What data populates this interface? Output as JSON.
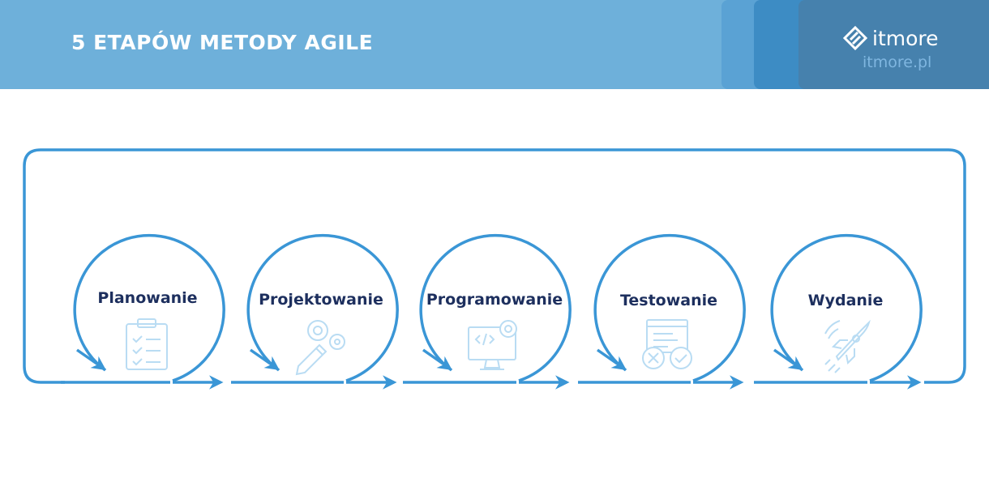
{
  "header": {
    "title": "5 ETAPÓW METODY AGILE",
    "logo_name": "itmore",
    "logo_url": "itmore.pl"
  },
  "colors": {
    "header_bg": "#6eb0da",
    "accent": "#3a96d6",
    "label": "#1d2f5e",
    "icon": "#b9dcf3"
  },
  "stages": [
    {
      "label": "Planowanie",
      "icon": "clipboard-checklist-icon"
    },
    {
      "label": "Projektowanie",
      "icon": "pencil-gears-icon"
    },
    {
      "label": "Programowanie",
      "icon": "monitor-code-gear-icon"
    },
    {
      "label": "Testowanie",
      "icon": "test-window-check-icon"
    },
    {
      "label": "Wydanie",
      "icon": "rocket-icon"
    }
  ]
}
